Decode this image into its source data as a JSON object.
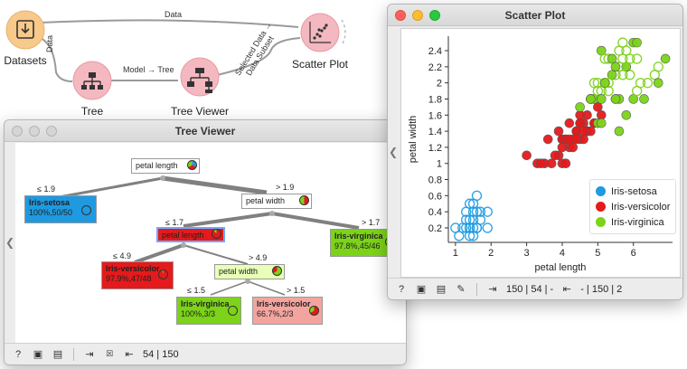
{
  "workflow": {
    "widgets": [
      {
        "id": "datasets",
        "label": "Datasets",
        "icon": "download-icon",
        "color": "#f7c98a"
      },
      {
        "id": "tree",
        "label": "Tree",
        "icon": "tree-icon",
        "color": "#f4b8c0"
      },
      {
        "id": "tree-viewer",
        "label": "Tree Viewer",
        "icon": "tree-viewer-icon",
        "color": "#f4b8c0"
      },
      {
        "id": "scatter-plot",
        "label": "Scatter Plot",
        "icon": "scatter-icon",
        "color": "#f4b8c0"
      }
    ],
    "links": {
      "data_top": "Data",
      "data_left": "Data",
      "model_tree": "Model → Tree",
      "selected_data": "Selected Data →",
      "data_subset": "Data Subset"
    }
  },
  "tree_viewer": {
    "title": "Tree Viewer",
    "nodes": {
      "root": {
        "line1": "petal length"
      },
      "setosa": {
        "line1": "Iris-setosa",
        "line2": "100%,50/50"
      },
      "pw1": {
        "line1": "petal width"
      },
      "pl2": {
        "line1": "petal length"
      },
      "virginica1": {
        "line1": "Iris-virginica",
        "line2": "97.8%,45/46"
      },
      "versicolor1": {
        "line1": "Iris-versicolor",
        "line2": "97.9%,47/48"
      },
      "pw2": {
        "line1": "petal width"
      },
      "virginica2": {
        "line1": "Iris-virginica",
        "line2": "100%,3/3"
      },
      "versicolor2": {
        "line1": "Iris-versicolor",
        "line2": "66.7%,2/3"
      }
    },
    "edges": {
      "e1": "≤ 1.9",
      "e2": "> 1.9",
      "e3": "≤ 1.7",
      "e4": "> 1.7",
      "e5": "≤ 4.9",
      "e6": "> 4.9",
      "e7": "≤ 1.5",
      "e8": "> 1.5"
    },
    "status": {
      "count": "54 | 150"
    },
    "colors": {
      "setosa": "#1f9ae0",
      "versicolor": "#e41a1c",
      "virginica": "#7cd319",
      "selected": "#e9ffb8"
    }
  },
  "scatter_plot": {
    "title": "Scatter Plot",
    "status": {
      "in_info": "150 | 54 | -",
      "out_info": "- | 150 | 2"
    }
  },
  "chart_data": {
    "type": "scatter",
    "xlabel": "petal length",
    "ylabel": "petal width",
    "xlim": [
      0.8,
      7.1
    ],
    "ylim": [
      0.02,
      2.58
    ],
    "xticks": [
      1,
      2,
      3,
      4,
      5,
      6
    ],
    "yticks": [
      0.2,
      0.4,
      0.6,
      0.8,
      1,
      1.2,
      1.4,
      1.6,
      1.8,
      2,
      2.2,
      2.4
    ],
    "legend": "bottom-right",
    "series": [
      {
        "name": "Iris-setosa",
        "color": "#1f9ae0",
        "points": [
          [
            1.4,
            0.2
          ],
          [
            1.3,
            0.2
          ],
          [
            1.5,
            0.2
          ],
          [
            1.4,
            0.3
          ],
          [
            1.7,
            0.4
          ],
          [
            1.4,
            0.2
          ],
          [
            1.5,
            0.1
          ],
          [
            1.6,
            0.2
          ],
          [
            1.4,
            0.1
          ],
          [
            1.1,
            0.1
          ],
          [
            1.2,
            0.2
          ],
          [
            1.5,
            0.4
          ],
          [
            1.3,
            0.4
          ],
          [
            1.7,
            0.3
          ],
          [
            1.5,
            0.3
          ],
          [
            1.0,
            0.2
          ],
          [
            1.9,
            0.2
          ],
          [
            1.6,
            0.4
          ],
          [
            1.6,
            0.6
          ],
          [
            1.3,
            0.3
          ],
          [
            1.5,
            0.5
          ],
          [
            1.9,
            0.4
          ],
          [
            1.6,
            0.2
          ],
          [
            1.4,
            0.5
          ]
        ]
      },
      {
        "name": "Iris-versicolor",
        "color": "#e41a1c",
        "points": [
          [
            4.7,
            1.4
          ],
          [
            4.5,
            1.5
          ],
          [
            4.9,
            1.5
          ],
          [
            4.0,
            1.3
          ],
          [
            4.6,
            1.5
          ],
          [
            4.5,
            1.3
          ],
          [
            4.7,
            1.6
          ],
          [
            3.3,
            1.0
          ],
          [
            4.6,
            1.3
          ],
          [
            3.9,
            1.4
          ],
          [
            3.5,
            1.0
          ],
          [
            4.2,
            1.5
          ],
          [
            4.0,
            1.0
          ],
          [
            4.7,
            1.4
          ],
          [
            3.6,
            1.3
          ],
          [
            4.4,
            1.4
          ],
          [
            4.1,
            1.0
          ],
          [
            4.5,
            1.5
          ],
          [
            3.9,
            1.1
          ],
          [
            4.8,
            1.8
          ],
          [
            4.0,
            1.3
          ],
          [
            4.9,
            1.5
          ],
          [
            4.3,
            1.3
          ],
          [
            4.4,
            1.4
          ],
          [
            4.8,
            1.4
          ],
          [
            5.0,
            1.7
          ],
          [
            3.8,
            1.1
          ],
          [
            3.7,
            1.0
          ],
          [
            5.1,
            1.6
          ],
          [
            4.5,
            1.6
          ],
          [
            4.4,
            1.3
          ],
          [
            4.1,
            1.3
          ],
          [
            4.2,
            1.2
          ],
          [
            3.0,
            1.1
          ],
          [
            4.1,
            1.3
          ],
          [
            4.6,
            1.4
          ],
          [
            4.0,
            1.2
          ],
          [
            4.2,
            1.3
          ],
          [
            3.4,
            1.0
          ],
          [
            4.3,
            1.2
          ]
        ]
      },
      {
        "name": "Iris-virginica",
        "color": "#7cd319",
        "points": [
          [
            6.0,
            2.5
          ],
          [
            5.1,
            1.9
          ],
          [
            5.9,
            2.1
          ],
          [
            5.6,
            1.8
          ],
          [
            5.8,
            2.2
          ],
          [
            6.6,
            2.1
          ],
          [
            4.5,
            1.7
          ],
          [
            6.3,
            1.8
          ],
          [
            6.1,
            2.5
          ],
          [
            5.3,
            1.9
          ],
          [
            5.5,
            2.1
          ],
          [
            5.0,
            2.0
          ],
          [
            5.1,
            2.4
          ],
          [
            5.3,
            2.3
          ],
          [
            5.5,
            1.8
          ],
          [
            6.7,
            2.2
          ],
          [
            6.9,
            2.3
          ],
          [
            5.0,
            1.5
          ],
          [
            5.7,
            2.3
          ],
          [
            4.9,
            2.0
          ],
          [
            6.7,
            2.0
          ],
          [
            4.9,
            1.8
          ],
          [
            5.7,
            2.1
          ],
          [
            6.0,
            1.8
          ],
          [
            4.8,
            1.8
          ],
          [
            5.8,
            1.6
          ],
          [
            6.4,
            2.0
          ],
          [
            5.6,
            2.2
          ],
          [
            5.1,
            1.5
          ],
          [
            5.6,
            1.4
          ],
          [
            6.1,
            2.3
          ],
          [
            5.5,
            1.8
          ],
          [
            5.4,
            2.1
          ],
          [
            5.2,
            2.3
          ],
          [
            5.0,
            1.9
          ],
          [
            5.2,
            2.0
          ],
          [
            5.4,
            2.3
          ],
          [
            5.1,
            1.8
          ],
          [
            5.7,
            2.5
          ],
          [
            5.6,
            2.4
          ],
          [
            5.2,
            2.0
          ],
          [
            6.2,
            2.0
          ],
          [
            5.9,
            2.3
          ],
          [
            5.3,
            2.0
          ],
          [
            5.5,
            2.2
          ],
          [
            5.8,
            2.4
          ],
          [
            6.1,
            1.9
          ],
          [
            4.8,
            1.8
          ]
        ]
      }
    ]
  }
}
